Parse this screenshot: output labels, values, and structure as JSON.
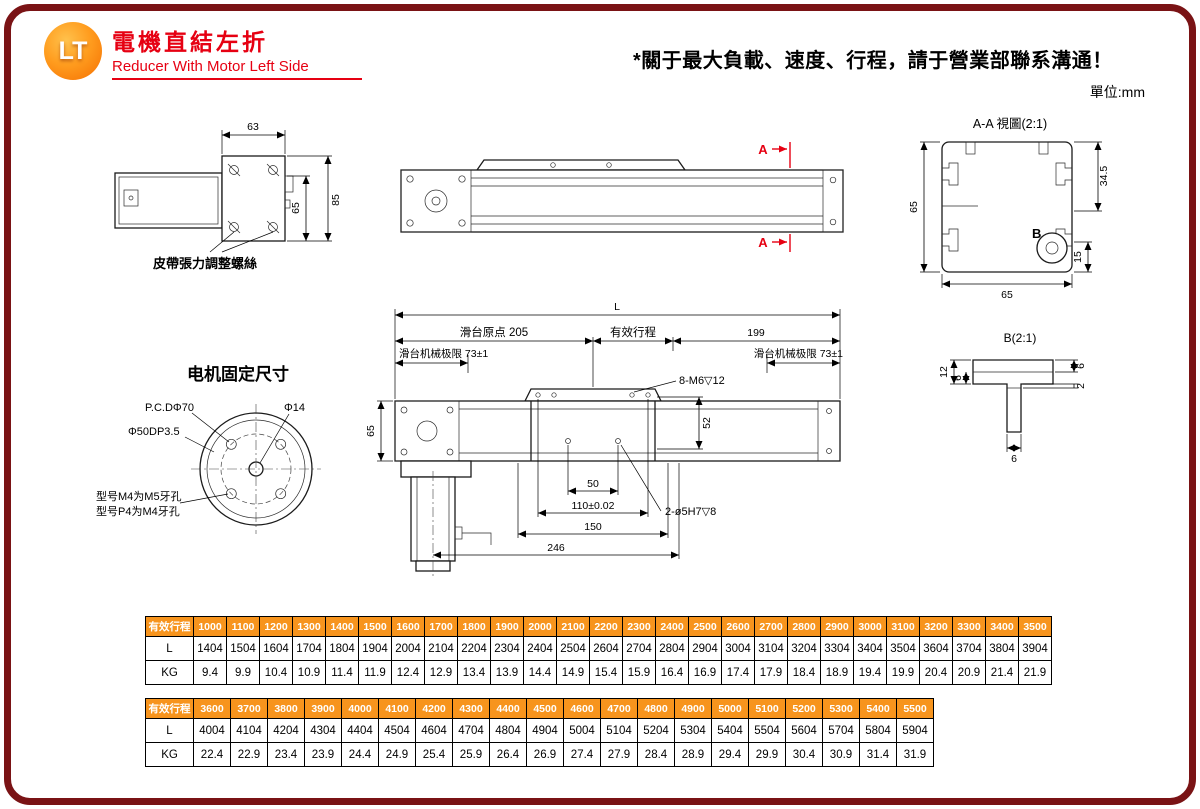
{
  "header": {
    "logo_text": "LT",
    "title_cn": "電機直結左折",
    "title_en": "Reducer With Motor Left Side",
    "note": "*關于最大負載、速度、行程，請于營業部聯系溝通！",
    "unit_label": "單位:mm"
  },
  "drawings": {
    "side_view": {
      "dim_width": "63",
      "dim_height_outer": "85",
      "dim_height_inner": "65",
      "belt_screw_label": "皮帶張力調整螺絲"
    },
    "top_view": {
      "section_label_top": "A",
      "section_label_bottom": "A"
    },
    "section_aa": {
      "title": "A-A 視圖(2:1)",
      "dim_left": "65",
      "dim_right_upper": "34.5",
      "dim_right_lower": "15",
      "dim_bottom": "65",
      "detail_label": "B"
    },
    "motor_mount": {
      "title": "电机固定尺寸",
      "label_pcd": "P.C.DΦ70",
      "label_center_hole": "Φ14",
      "label_counterbore": "Φ50DP3.5",
      "note_m4": "型号M4为M5牙孔",
      "note_p4": "型号P4为M4牙孔"
    },
    "main_view": {
      "dim_total": "L",
      "dim_origin": "滑台原点 205",
      "dim_stroke": "有效行程",
      "dim_right": "199",
      "limit_left": "滑台机械极限 73±1",
      "limit_right": "滑台机械极限 73±1",
      "holes_label": "8-M6▽12",
      "dim_rail_height": "65",
      "dim_carriage_height": "52",
      "dim_pin_span": "50",
      "dim_110": "110±0.02",
      "dim_150": "150",
      "dim_246": "246",
      "pin_label": "2-ø5H7▽8"
    },
    "detail_b": {
      "title": "B(2:1)",
      "dim_12": "12",
      "dim_6_left": "6",
      "dim_6_right": "6",
      "dim_2": "2",
      "dim_6_bottom": "6"
    }
  },
  "tables": [
    {
      "header_label": "有效行程",
      "strokes": [
        "1000",
        "1100",
        "1200",
        "1300",
        "1400",
        "1500",
        "1600",
        "1700",
        "1800",
        "1900",
        "2000",
        "2100",
        "2200",
        "2300",
        "2400",
        "2500",
        "2600",
        "2700",
        "2800",
        "2900",
        "3000",
        "3100",
        "3200",
        "3300",
        "3400",
        "3500"
      ],
      "rows": [
        {
          "label": "L",
          "values": [
            "1404",
            "1504",
            "1604",
            "1704",
            "1804",
            "1904",
            "2004",
            "2104",
            "2204",
            "2304",
            "2404",
            "2504",
            "2604",
            "2704",
            "2804",
            "2904",
            "3004",
            "3104",
            "3204",
            "3304",
            "3404",
            "3504",
            "3604",
            "3704",
            "3804",
            "3904"
          ]
        },
        {
          "label": "KG",
          "values": [
            "9.4",
            "9.9",
            "10.4",
            "10.9",
            "11.4",
            "11.9",
            "12.4",
            "12.9",
            "13.4",
            "13.9",
            "14.4",
            "14.9",
            "15.4",
            "15.9",
            "16.4",
            "16.9",
            "17.4",
            "17.9",
            "18.4",
            "18.9",
            "19.4",
            "19.9",
            "20.4",
            "20.9",
            "21.4",
            "21.9"
          ]
        }
      ]
    },
    {
      "header_label": "有效行程",
      "strokes": [
        "3600",
        "3700",
        "3800",
        "3900",
        "4000",
        "4100",
        "4200",
        "4300",
        "4400",
        "4500",
        "4600",
        "4700",
        "4800",
        "4900",
        "5000",
        "5100",
        "5200",
        "5300",
        "5400",
        "5500"
      ],
      "rows": [
        {
          "label": "L",
          "values": [
            "4004",
            "4104",
            "4204",
            "4304",
            "4404",
            "4504",
            "4604",
            "4704",
            "4804",
            "4904",
            "5004",
            "5104",
            "5204",
            "5304",
            "5404",
            "5504",
            "5604",
            "5704",
            "5804",
            "5904"
          ]
        },
        {
          "label": "KG",
          "values": [
            "22.4",
            "22.9",
            "23.4",
            "23.9",
            "24.4",
            "24.9",
            "25.4",
            "25.9",
            "26.4",
            "26.9",
            "27.4",
            "27.9",
            "28.4",
            "28.9",
            "29.4",
            "29.9",
            "30.4",
            "30.9",
            "31.4",
            "31.9"
          ]
        }
      ]
    }
  ]
}
